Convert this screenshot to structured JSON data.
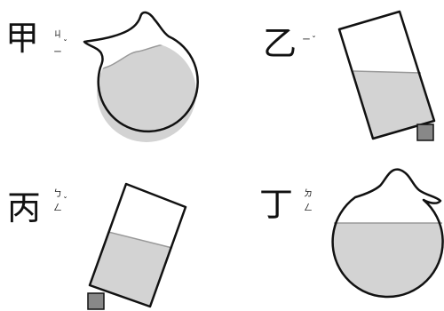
{
  "labels": {
    "jia": {
      "char": "甲",
      "zhuyin_top": "ㄐ",
      "zhuyin_bottom": "ㄧ",
      "tone": "ˇ"
    },
    "yi": {
      "char": "乙",
      "zhuyin_top": "ㄧ",
      "zhuyin_bottom": "",
      "tone": "ˇ"
    },
    "bing": {
      "char": "丙",
      "zhuyin_top": "ㄅ",
      "zhuyin_bottom": "ㄥ",
      "tone": "ˇ"
    },
    "ding": {
      "char": "丁",
      "zhuyin_top": "ㄉ",
      "zhuyin_bottom": "ㄥ",
      "tone": ""
    }
  },
  "colors": {
    "outline": "#111111",
    "liquid": "#d3d3d3",
    "surface_line": "#999999",
    "support_block": "#888888"
  }
}
